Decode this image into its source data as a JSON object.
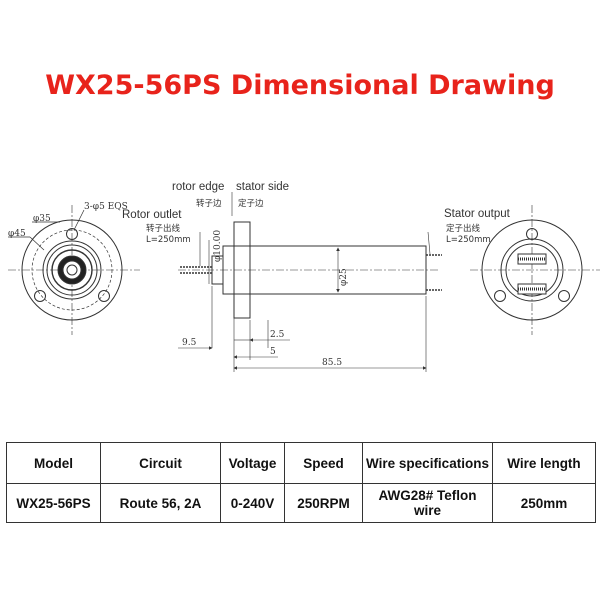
{
  "title": {
    "text": "WX25-56PS Dimensional Drawing",
    "color": "#e8231b"
  },
  "drawing": {
    "left_view": {
      "dia_small": "φ35",
      "holes": "3-φ5 EQS",
      "dia_large": "φ45"
    },
    "rotor_edge": {
      "en": "rotor edge",
      "cn": "转子边"
    },
    "stator_side": {
      "en": "stator side",
      "cn": "定子边"
    },
    "rotor_outlet": {
      "en": "Rotor outlet",
      "cn": "转子出线",
      "length": "L=250mm"
    },
    "stator_output": {
      "en": "Stator output",
      "cn": "定子出线",
      "length": "L=250mm"
    },
    "dims": {
      "shaft_dia": "φ10.00",
      "body_dia": "φ25",
      "d_2_5": "2.5",
      "d_9_5": "9.5",
      "d_5": "5",
      "d_85_5": "85.5"
    }
  },
  "table": {
    "headers": [
      "Model",
      "Circuit",
      "Voltage",
      "Speed",
      "Wire specifications",
      "Wire length"
    ],
    "row": {
      "model": "WX25-56PS",
      "circuit": "Route 56, 2A",
      "voltage": "0-240V",
      "speed": "250RPM",
      "wire_spec": "AWG28# Teflon wire",
      "wire_length": "250mm"
    }
  }
}
